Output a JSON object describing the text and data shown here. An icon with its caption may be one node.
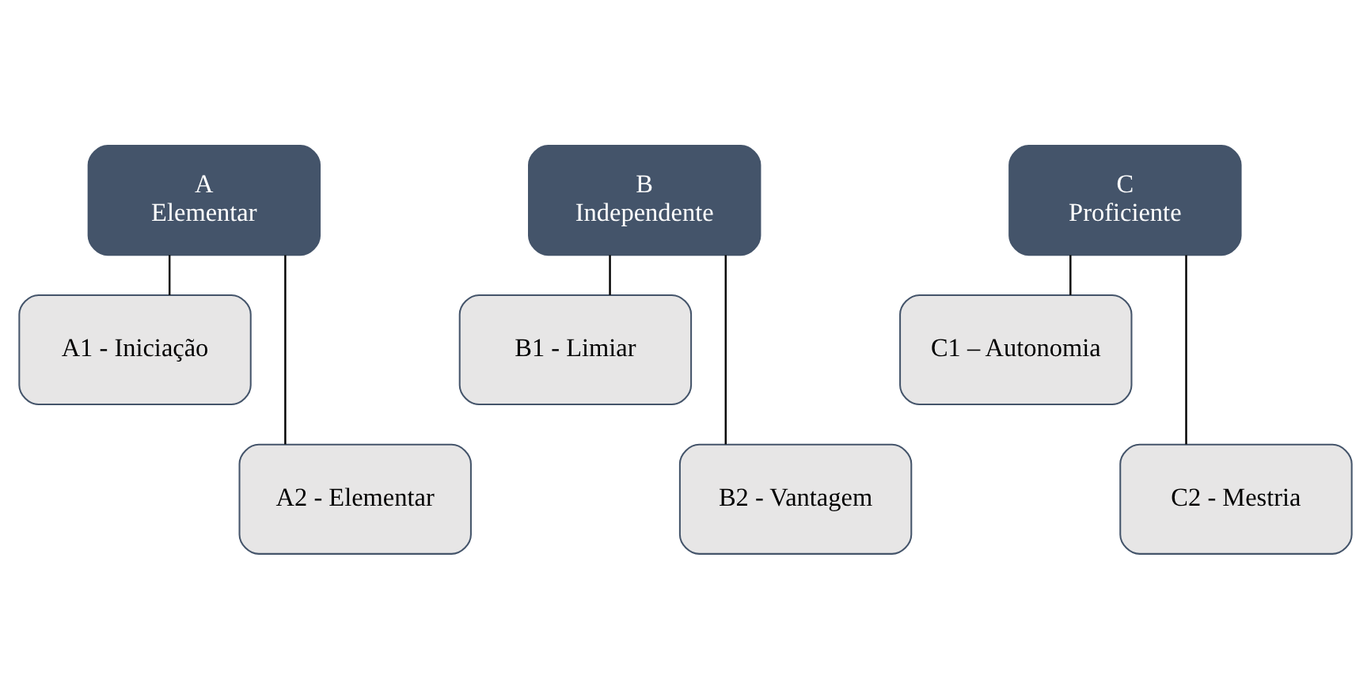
{
  "diagram": {
    "nodes": [
      {
        "text": [
          "A",
          "Elementar"
        ]
      },
      {
        "text": [
          "A1 - Iniciação"
        ]
      },
      {
        "text": [
          "A2 - Elementar"
        ]
      },
      {
        "text": [
          "B",
          "Independente"
        ]
      },
      {
        "text": [
          "B1 - Limiar"
        ]
      },
      {
        "text": [
          "B2 - Vantagem"
        ]
      },
      {
        "text": [
          "C",
          "Proficiente"
        ]
      },
      {
        "text": [
          "C1 – Autonomia"
        ]
      },
      {
        "text": [
          "C2 - Mestria"
        ]
      }
    ],
    "edges": [
      {
        "from": 0,
        "to": 1,
        "arrow": "none"
      },
      {
        "from": 0,
        "to": 2,
        "arrow": "none"
      },
      {
        "from": 3,
        "to": 4,
        "arrow": "none"
      },
      {
        "from": 3,
        "to": 5,
        "arrow": "none"
      },
      {
        "from": 6,
        "to": 7,
        "arrow": "none"
      },
      {
        "from": 6,
        "to": 8,
        "arrow": "none"
      }
    ]
  }
}
